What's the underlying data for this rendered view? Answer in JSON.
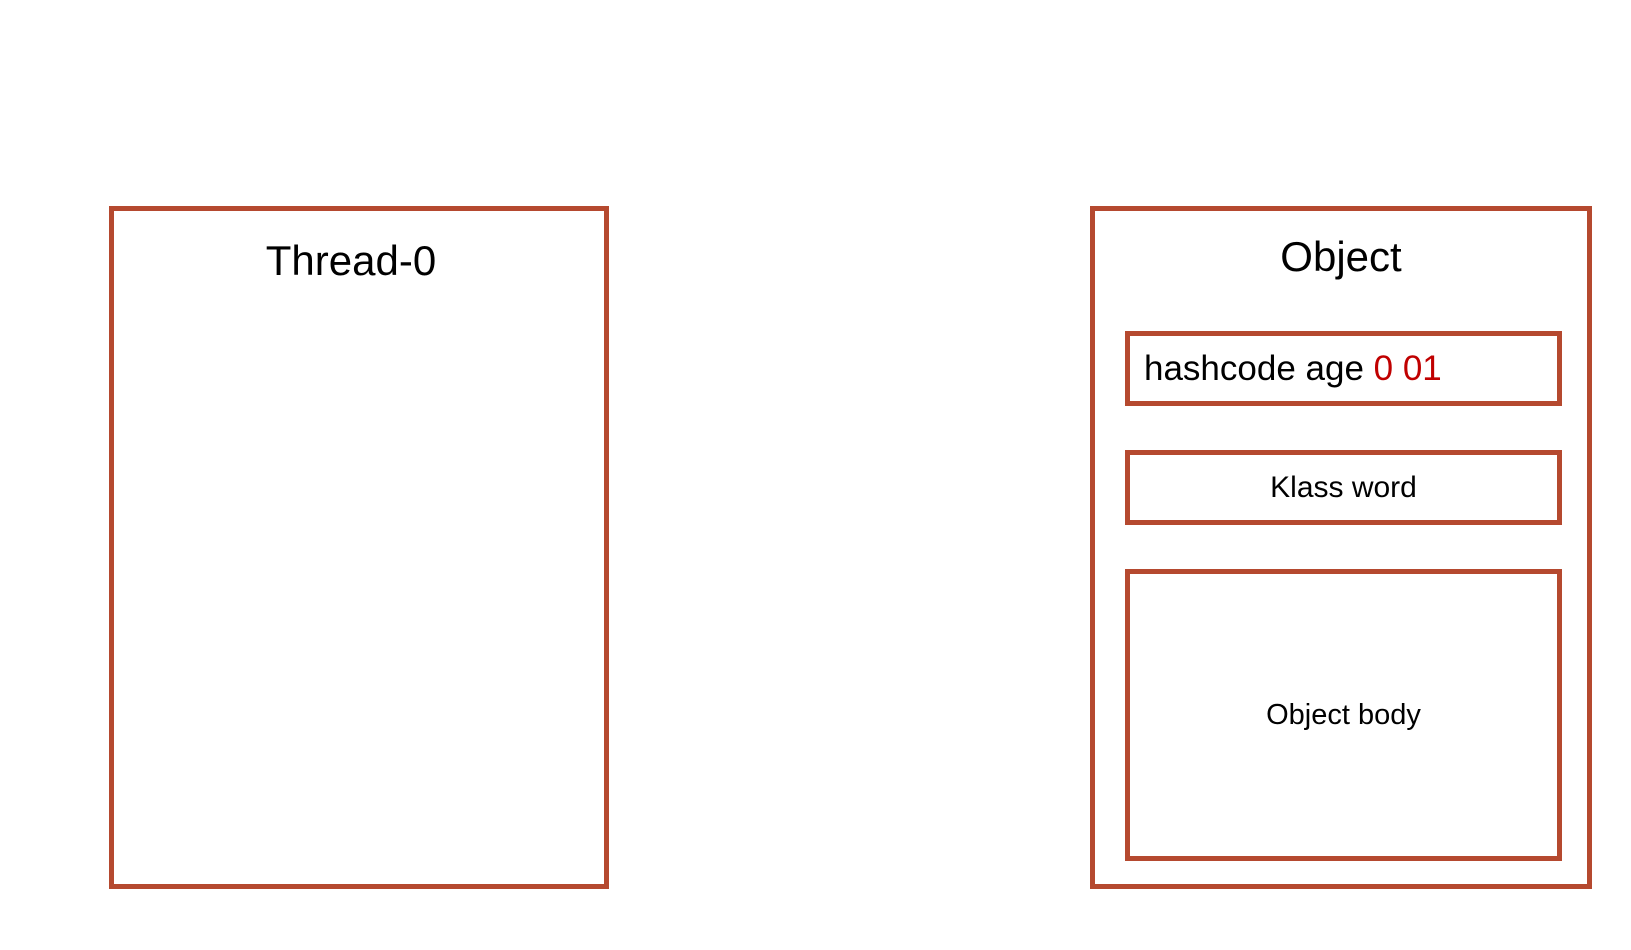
{
  "thread": {
    "title": "Thread-0"
  },
  "object": {
    "title": "Object",
    "mark_word": {
      "label": "hashcode age",
      "bits": "0 01"
    },
    "klass_word": "Klass word",
    "body": "Object body"
  },
  "colors": {
    "border": "#b5492f",
    "highlight": "#c00000"
  }
}
